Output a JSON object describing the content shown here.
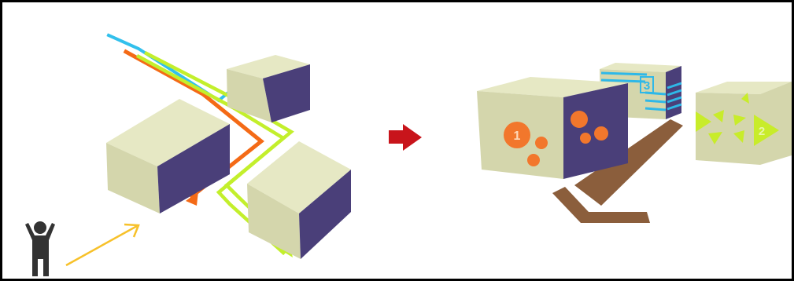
{
  "labels": {
    "zone_1": "1",
    "zone_2": "2",
    "zone_3": "3"
  },
  "icons": {
    "person": "person-arms-raised-icon",
    "transform_arrow": "right-arrow-icon"
  },
  "colors": {
    "border": "#000000",
    "box_top": "#e6e8c4",
    "box_front": "#d4d6ac",
    "box_side": "#4a3f79",
    "path_blue": "#32c0ec",
    "path_orange": "#f46a16",
    "path_lime": "#c3ef2c",
    "approach_arrow": "#f7c12a",
    "transform_arrow": "#c8141b",
    "person": "#333333",
    "circles": "#f2772c",
    "stripes": "#2eb8e8",
    "triangles": "#c8ec2a",
    "walkway": "#8b5e3c"
  }
}
